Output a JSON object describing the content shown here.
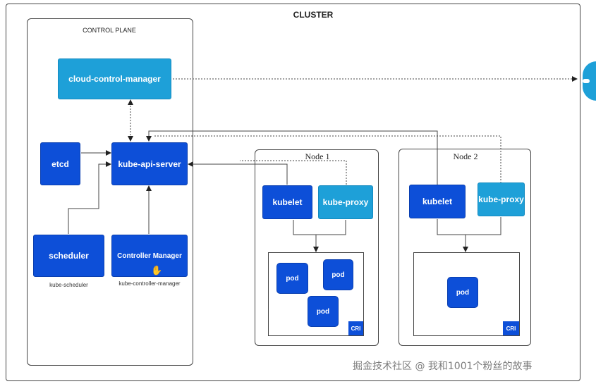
{
  "cluster": {
    "title": "CLUSTER"
  },
  "control_plane": {
    "title": "CONTROL PLANE",
    "cloud_control_manager": "cloud-control-manager",
    "etcd": "etcd",
    "kube_api_server": "kube-api-server",
    "scheduler": "scheduler",
    "scheduler_caption": "kube-scheduler",
    "controller_manager": "Controller Manager",
    "controller_manager_caption": "kube-controller-manager"
  },
  "nodes": [
    {
      "title": "Node 1",
      "kubelet": "kubelet",
      "kube_proxy": "kube-proxy",
      "pods": [
        "pod",
        "pod",
        "pod"
      ],
      "cri": "CRI"
    },
    {
      "title": "Node 2",
      "kubelet": "kubelet",
      "kube_proxy": "kube-proxy",
      "pods": [
        "pod"
      ],
      "cri": "CRI"
    }
  ],
  "watermark": "掘金技术社区 @ 我和1001个粉丝的故事",
  "colors": {
    "component_dark": "#0d4fd8",
    "component_light": "#1ea0d8",
    "cloud_provider": "#1ea0d8"
  }
}
